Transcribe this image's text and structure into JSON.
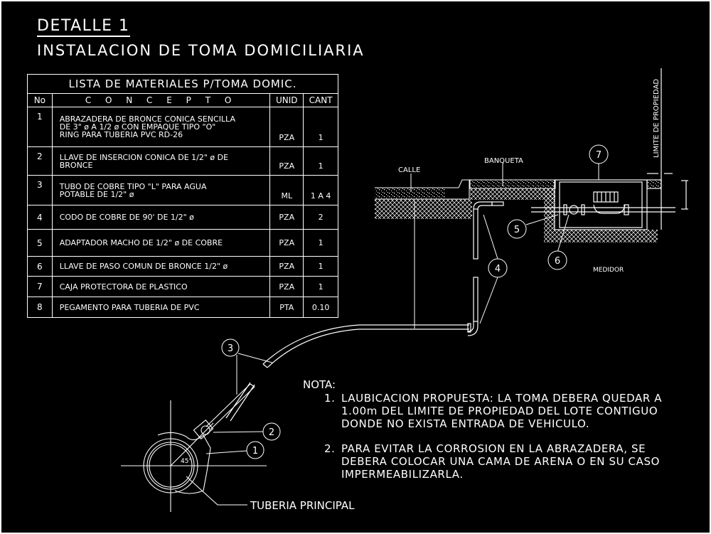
{
  "title": {
    "detail": "DETALLE 1",
    "subtitle": "INSTALACION DE TOMA DOMICILIARIA"
  },
  "materials_table": {
    "title": "LISTA DE MATERIALES P/TOMA DOMIC.",
    "columns": [
      "No",
      "C O N C E P T O",
      "UNID",
      "CANT"
    ],
    "rows": [
      {
        "no": "1",
        "concept": "ABRAZADERA DE BRONCE CONICA SENCILLA\nDE 3\" ø A 1/2 ø CON EMPAQUE TIPO \"O\"\nRING PARA TUBERIA PVC RD-26",
        "unit": "PZA",
        "qty": "1"
      },
      {
        "no": "2",
        "concept": "LLAVE DE INSERCION CONICA DE 1/2\" ø DE\nBRONCE",
        "unit": "PZA",
        "qty": "1"
      },
      {
        "no": "3",
        "concept": "TUBO DE COBRE TIPO \"L\" PARA AGUA\nPOTABLE DE 1/2\" ø",
        "unit": "ML",
        "qty": "1 A 4"
      },
      {
        "no": "4",
        "concept": "CODO DE COBRE DE 90' DE 1/2\" ø",
        "unit": "PZA",
        "qty": "2"
      },
      {
        "no": "5",
        "concept": "ADAPTADOR MACHO DE 1/2\" ø DE COBRE",
        "unit": "PZA",
        "qty": "1"
      },
      {
        "no": "6",
        "concept": "LLAVE DE PASO COMUN DE BRONCE 1/2\" ø",
        "unit": "PZA",
        "qty": "1"
      },
      {
        "no": "7",
        "concept": "CAJA PROTECTORA DE PLASTICO",
        "unit": "PZA",
        "qty": "1"
      },
      {
        "no": "8",
        "concept": "PEGAMENTO PARA TUBERIA DE PVC",
        "unit": "PTA",
        "qty": "0.10"
      }
    ]
  },
  "drawing_labels": {
    "calle": "CALLE",
    "banqueta": "BANQUETA",
    "limite": "LIMITE DE PROPIEDAD",
    "medidor": "MEDIDOR",
    "tuberia_principal": "TUBERIA PRINCIPAL",
    "angle": "45°"
  },
  "callouts": [
    "1",
    "2",
    "3",
    "4",
    "5",
    "6",
    "7"
  ],
  "notes": {
    "heading": "NOTA:",
    "items": [
      {
        "num": "1.",
        "text": "LAUBICACION PROPUESTA: LA TOMA DEBERA QUEDAR A\n1.00m DEL LIMITE DE PROPIEDAD DEL LOTE CONTIGUO\nDONDE NO EXISTA ENTRADA DE VEHICULO."
      },
      {
        "num": "2.",
        "text": "PARA EVITAR LA CORROSION EN LA ABRAZADERA, SE\nDEBERA COLOCAR UNA CAMA DE ARENA O EN SU CASO\nIMPERMEABILIZARLA."
      }
    ]
  },
  "colors": {
    "background": "#000000",
    "lines": "#ffffff"
  }
}
